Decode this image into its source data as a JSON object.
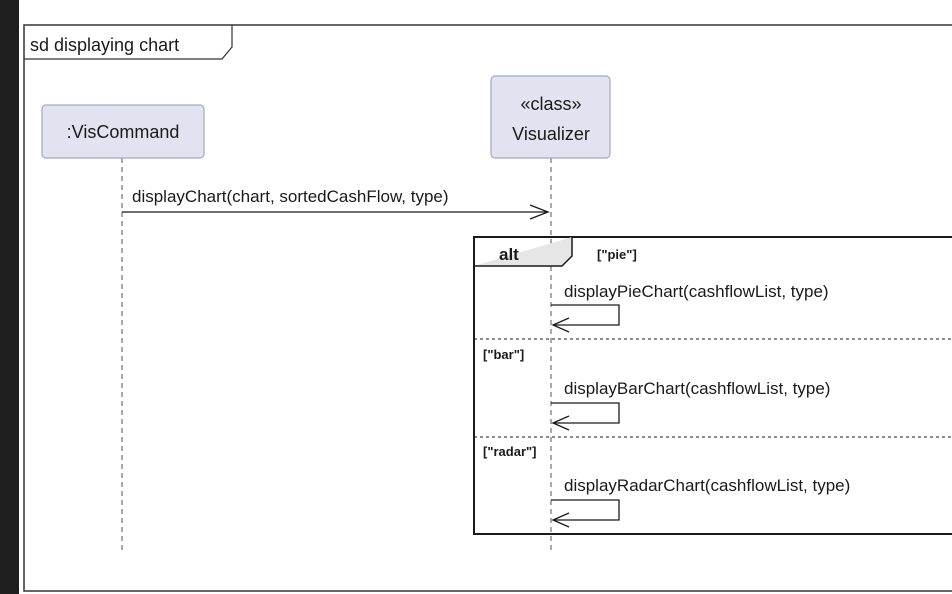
{
  "frame": {
    "label": "sd displaying chart"
  },
  "participants": [
    {
      "label": ":VisCommand"
    },
    {
      "stereotype": "«class»",
      "label": "Visualizer"
    }
  ],
  "messages": [
    {
      "label": "displayChart(chart, sortedCashFlow, type)"
    }
  ],
  "alt": {
    "keyword": "alt",
    "branches": [
      {
        "guard": "[\"pie\"]",
        "self_message": "displayPieChart(cashflowList, type)"
      },
      {
        "guard": "[\"bar\"]",
        "self_message": "displayBarChart(cashflowList, type)"
      },
      {
        "guard": "[\"radar\"]",
        "self_message": "displayRadarChart(cashflowList, type)"
      }
    ]
  },
  "colors": {
    "participant_fill": "#e2e2f0",
    "participant_stroke": "#a8a8c0",
    "line": "#1a1a1a",
    "sidebar": "#1e1e1e"
  }
}
